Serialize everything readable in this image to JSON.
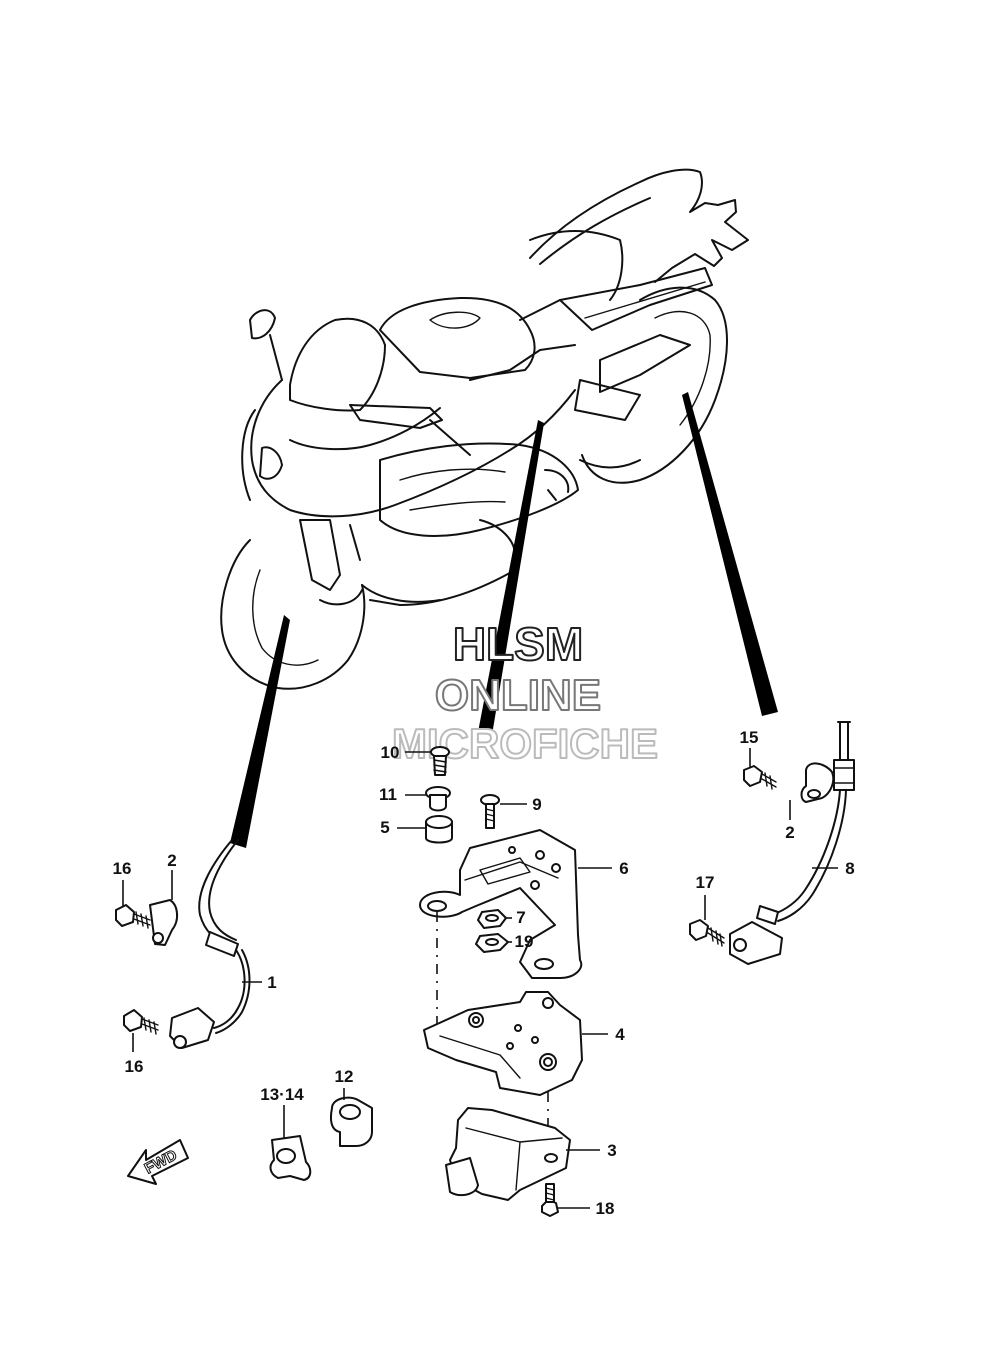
{
  "watermark": {
    "line1": "HLSM",
    "line2": "ONLINE",
    "line3": "MICROFICHE"
  },
  "direction_label": "FWD",
  "callouts": {
    "c1": "1",
    "c2a": "2",
    "c2b": "2",
    "c3": "3",
    "c4": "4",
    "c5": "5",
    "c6": "6",
    "c7": "7",
    "c8": "8",
    "c9": "9",
    "c10": "10",
    "c11": "11",
    "c12": "12",
    "c13_14": "13·14",
    "c15": "15",
    "c16a": "16",
    "c16b": "16",
    "c17": "17",
    "c18": "18",
    "c19": "19"
  },
  "icons": {
    "motorcycle": "motorcycle-outline-icon",
    "direction": "forward-arrow-icon"
  }
}
